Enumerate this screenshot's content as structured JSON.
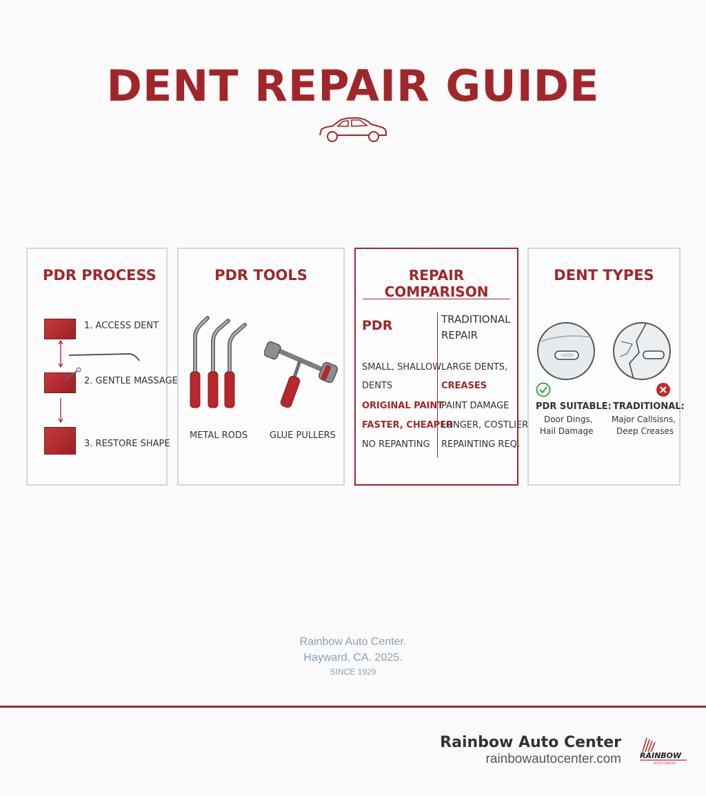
{
  "header": {
    "title": "DENT REPAIR GUIDE",
    "icon": "car-outline-icon"
  },
  "panels": {
    "process": {
      "title": "PDR PROCESS",
      "steps": [
        "1. ACCESS DENT",
        "2. GENTLE MASSAGE",
        "3. RESTORE SHAPE"
      ]
    },
    "tools": {
      "title": "PDR TOOLS",
      "items": [
        "METAL RODS",
        "GLUE PULLERS"
      ]
    },
    "comparison": {
      "title": "REPAIR COMPARISON",
      "col_pdr": "PDR",
      "col_traditional_1": "TRADITIONAL",
      "col_traditional_2": "REPAIR",
      "pdr_rows": [
        "SMALL, SHALLOW",
        "DENTS",
        "ORIGINAL PAINT",
        "FASTER, CHEAPER",
        "NO REPANTING"
      ],
      "trad_rows": [
        "LARGE DENTS,",
        "CREASES",
        "PAINT DAMAGE",
        "LONGER, COSTLIER",
        "REPAINTING REQ."
      ]
    },
    "types": {
      "title": "DENT TYPES",
      "pdr_label": "PDR SUITABLE:",
      "pdr_desc_1": "Door Dings,",
      "pdr_desc_2": "Hail Damage",
      "trad_label": "TRADITIONAL:",
      "trad_desc_1": "Major Callsisns,",
      "trad_desc_2": "Deep Creases"
    }
  },
  "footer": {
    "line1": "Rainbow Auto Center.",
    "line2": "Hayward, CA. 2025.",
    "line3": "SINCE 1929",
    "brand": "Rainbow Auto Center",
    "url": "rainbowautocenter.com",
    "logo_text": "RAINBOW",
    "logo_sub": "AUTO CENTER"
  },
  "colors": {
    "accent": "#a1262a",
    "panel_border": "#c9dbe5",
    "check": "#3aa845",
    "cross": "#c0282d"
  }
}
